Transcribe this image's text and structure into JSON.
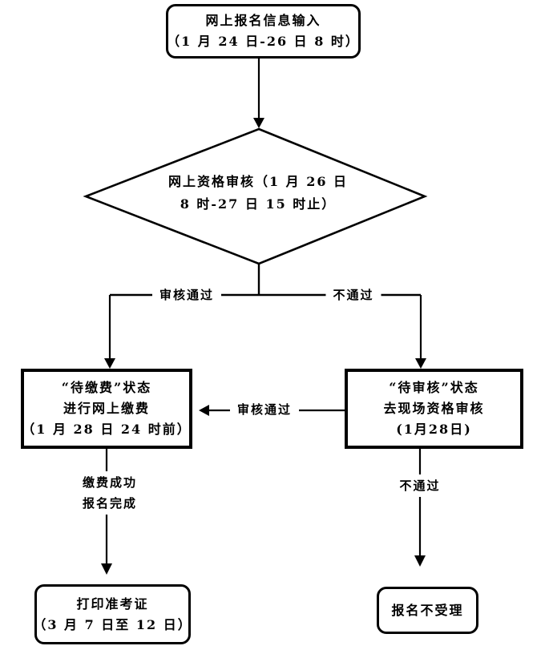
{
  "title": "registration-flowchart",
  "colors": {
    "line": "#000000",
    "background": "#ffffff"
  },
  "nodes": {
    "start": {
      "line1": "网上报名信息输入",
      "line2": "（1 月 24 日-26 日 8 时）"
    },
    "decision": {
      "line1": "网上资格审核（1 月 26 日",
      "line2": "8 时-27 日 15 时止）"
    },
    "pay": {
      "line1": "“待缴费”状态",
      "line2": "进行网上缴费",
      "line3": "（1 月 28 日 24 时前）"
    },
    "onsite": {
      "line1": "“待审核”状态",
      "line2": "去现场资格审核",
      "line3": "(1月28日)"
    },
    "print": {
      "line1": "打印准考证",
      "line2": "（3 月 7 日至 12 日）"
    },
    "reject": {
      "line1": "报名不受理"
    }
  },
  "edges": {
    "decision_pass": "审核通过",
    "decision_fail": "不通过",
    "onsite_pass": "审核通过",
    "pay_success_line1": "缴费成功",
    "pay_success_line2": "报名完成",
    "onsite_fail": "不通过"
  }
}
